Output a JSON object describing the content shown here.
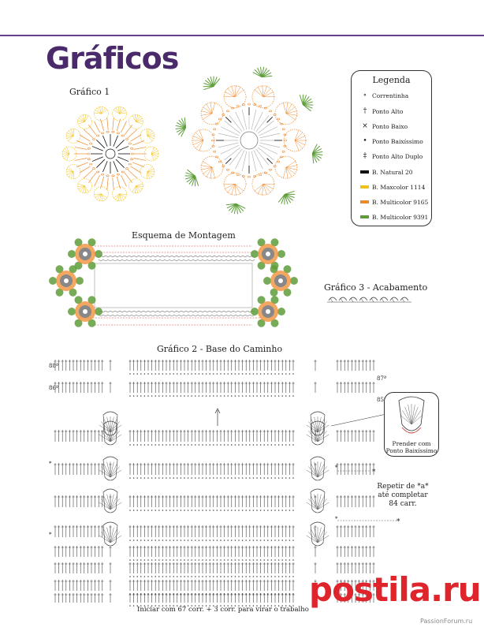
{
  "page": {
    "title": "Gráficos"
  },
  "chart1": {
    "label": "Gráfico 1"
  },
  "legend": {
    "title": "Legenda",
    "items": [
      {
        "symbol": "∘",
        "label": "Correntinha",
        "icon": "chain-stitch-icon"
      },
      {
        "symbol": "†",
        "label": "Ponto Alto",
        "icon": "double-crochet-icon"
      },
      {
        "symbol": "×",
        "label": "Ponto Baixo",
        "icon": "single-crochet-icon"
      },
      {
        "symbol": "•",
        "label": "Ponto Baixíssimo",
        "icon": "slip-stitch-icon"
      },
      {
        "symbol": "‡",
        "label": "Ponto Alto Duplo",
        "icon": "treble-crochet-icon"
      }
    ],
    "colors": [
      {
        "label": "B. Natural 20",
        "color": "#111111"
      },
      {
        "label": "B. Maxcolor 1114",
        "color": "#f2c21b"
      },
      {
        "label": "B. Multicolor 9165",
        "color": "#ee8a2e"
      },
      {
        "label": "B. Multicolor 9391",
        "color": "#5e9e3a"
      }
    ]
  },
  "montage": {
    "title": "Esquema de Montagem"
  },
  "chart3": {
    "title": "Gráfico 3 - Acabamento"
  },
  "chart2": {
    "title": "Gráfico 2 - Base do Caminho",
    "row_labels": {
      "r88": "88ª",
      "r86": "86ª",
      "r87": "87ª",
      "r85": "85ª"
    },
    "footer": "Iniciar com 67 corr. + 3 corr. para virar o trabalho"
  },
  "callout": {
    "text_line1": "Prender com",
    "text_line2": "Ponto Baixíssimo"
  },
  "repeat": {
    "line1": "Repetir de *a*",
    "line2": "até completar",
    "line3": "84 carr."
  },
  "watermarks": {
    "site1": "PassionForum.ru",
    "site2": "postila.ru"
  },
  "palette": {
    "title": "#4a2a6a",
    "rule": "#6a3f8a",
    "grey": "#b8b8b8",
    "red": "#d23a3a",
    "watermark": "#e0242c"
  }
}
